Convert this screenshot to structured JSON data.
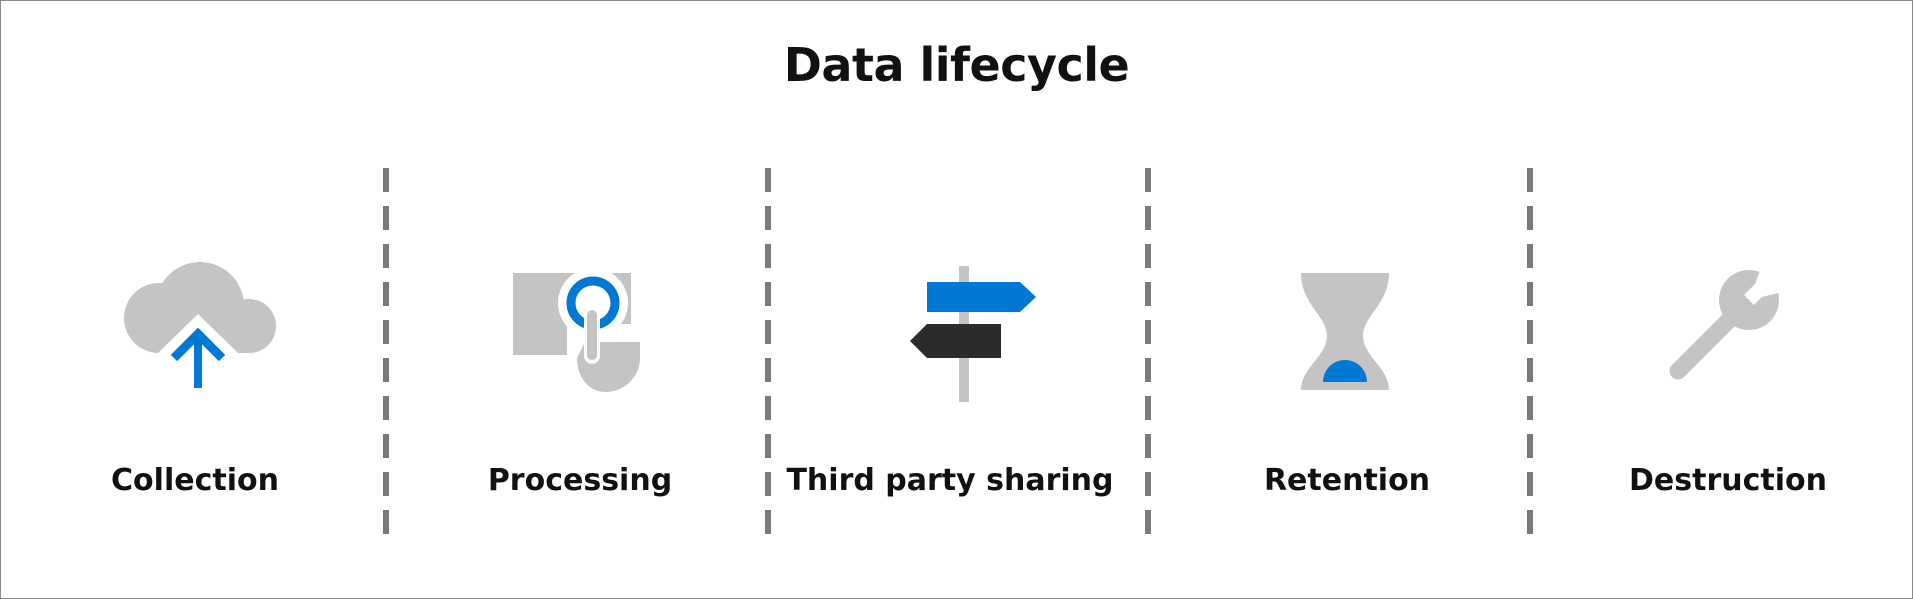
{
  "title": "Data lifecycle",
  "colors": {
    "accent": "#0078d4",
    "icon_gray": "#c4c4c4",
    "dark": "#2b2b2b",
    "divider": "#7a7a7a"
  },
  "stages": [
    {
      "label": "Collection",
      "icon": "cloud-upload-icon"
    },
    {
      "label": "Processing",
      "icon": "touch-hand-icon"
    },
    {
      "label": "Third party sharing",
      "icon": "signpost-icon"
    },
    {
      "label": "Retention",
      "icon": "hourglass-icon"
    },
    {
      "label": "Destruction",
      "icon": "wrench-icon"
    }
  ]
}
